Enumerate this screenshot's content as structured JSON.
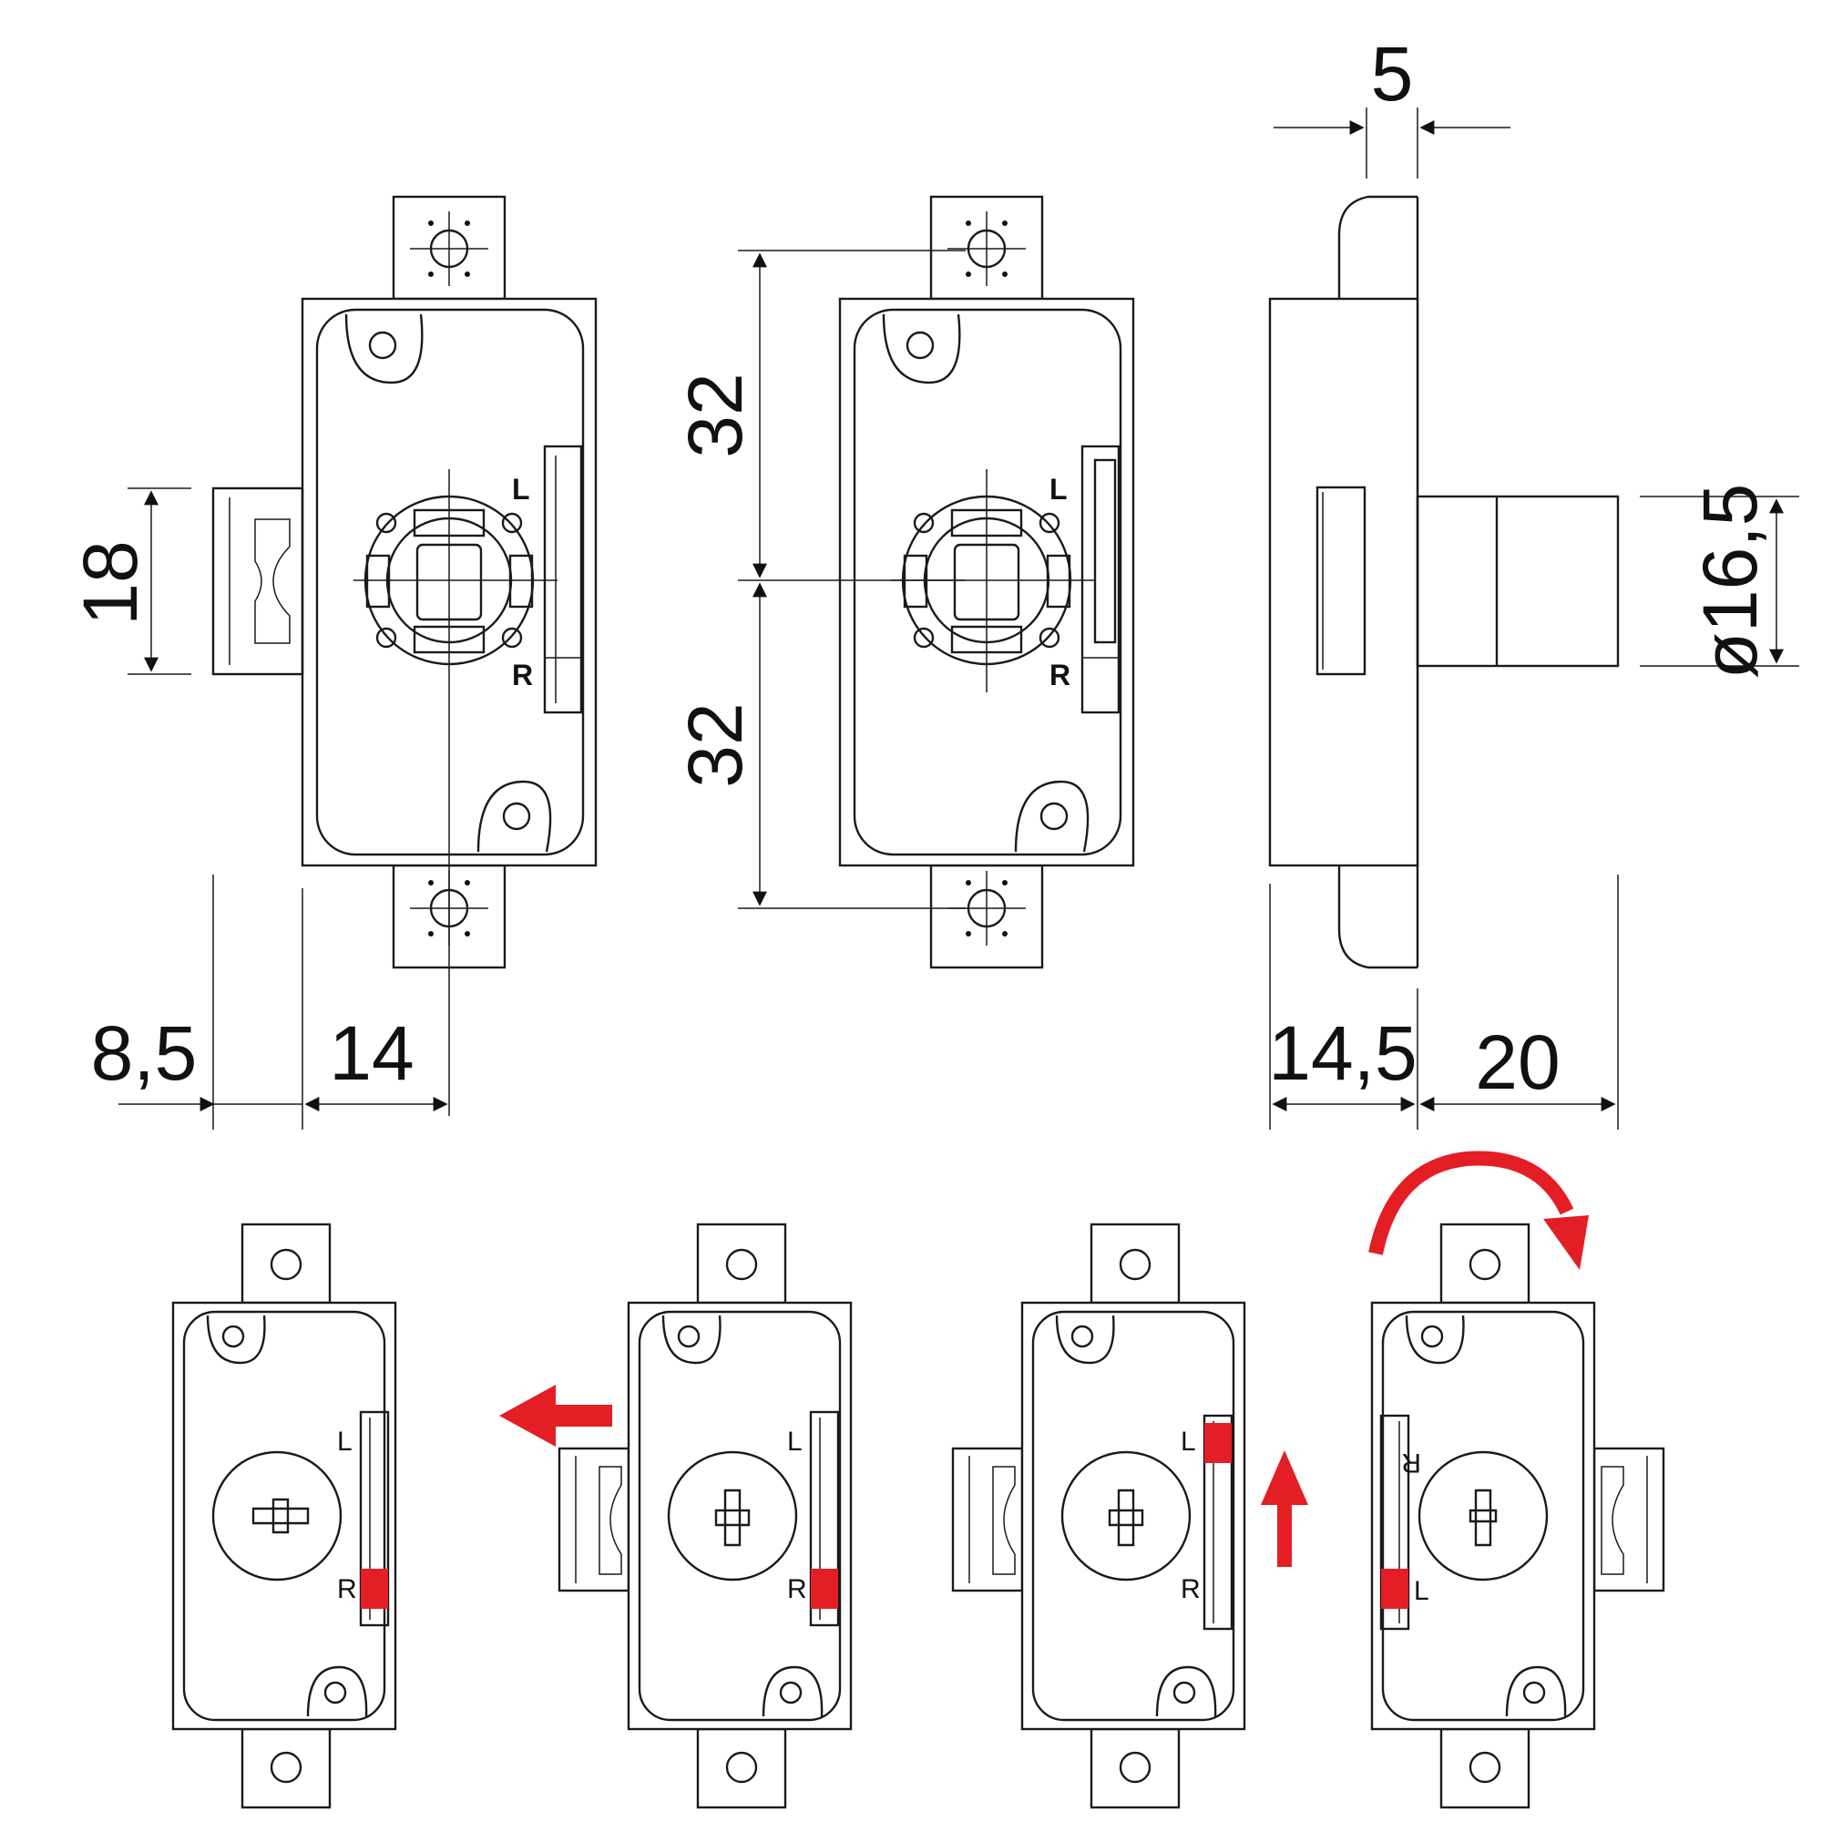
{
  "dimensions": {
    "top_gap": "5",
    "cyl_height": "18",
    "hole_upper": "32",
    "hole_lower": "32",
    "diameter": "ø16,5",
    "bolt_offset": "8,5",
    "bolt_to_center": "14",
    "body_depth": "14,5",
    "cyl_length": "20"
  },
  "markers": {
    "top_views": {
      "upper": "L",
      "lower": "R"
    },
    "step1": {
      "upper": "L",
      "lower": "R"
    },
    "step2": {
      "upper": "L",
      "lower": "R"
    },
    "step3": {
      "upper": "L",
      "lower": "R"
    },
    "step4": {
      "upper": "R",
      "lower": "L"
    }
  },
  "colors": {
    "highlight": "#e31e24",
    "line": "#1a1a1a",
    "background": "#ffffff"
  }
}
